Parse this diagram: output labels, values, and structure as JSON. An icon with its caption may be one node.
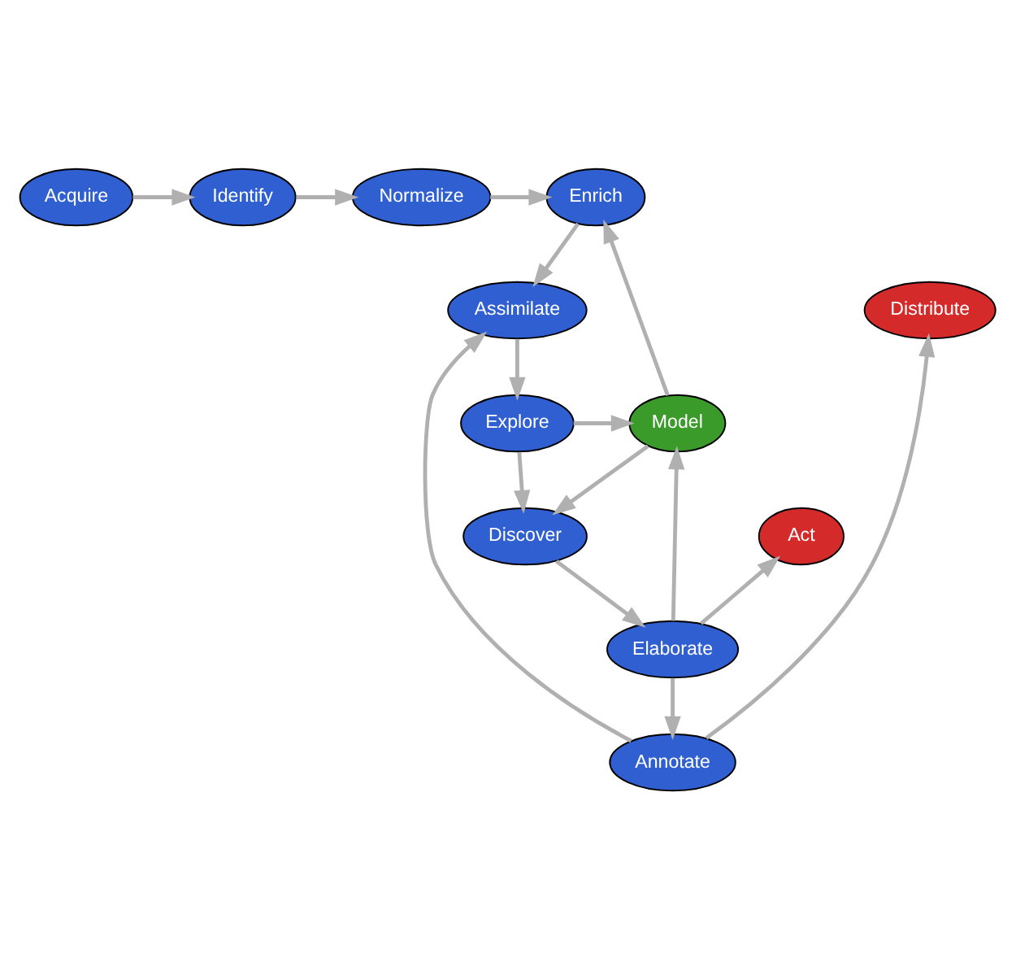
{
  "diagram": {
    "nodes": [
      {
        "text": [
          "Acquire"
        ]
      },
      {
        "text": [
          "Identify"
        ]
      },
      {
        "text": [
          "Normalize"
        ]
      },
      {
        "text": [
          "Enrich"
        ]
      },
      {
        "text": [
          "Assimilate"
        ]
      },
      {
        "text": [
          "Distribute"
        ]
      },
      {
        "text": [
          "Annotate"
        ]
      },
      {
        "text": [
          "Model"
        ]
      },
      {
        "text": [
          "Explore"
        ]
      },
      {
        "text": [
          "Elaborate"
        ]
      },
      {
        "text": [
          "Act"
        ]
      },
      {
        "text": [
          "Discover"
        ]
      }
    ],
    "edges": [
      {
        "from": 0,
        "to": 1,
        "arrow": "to"
      },
      {
        "from": 1,
        "to": 2,
        "arrow": "to"
      },
      {
        "from": 2,
        "to": 3,
        "arrow": "to"
      },
      {
        "from": 3,
        "to": 4,
        "arrow": "to"
      },
      {
        "from": 4,
        "to": 8,
        "arrow": "to"
      },
      {
        "from": 8,
        "to": 7,
        "arrow": "to"
      },
      {
        "from": 8,
        "to": 11,
        "arrow": "to"
      },
      {
        "from": 7,
        "to": 11,
        "arrow": "to"
      },
      {
        "from": 7,
        "to": 3,
        "arrow": "to"
      },
      {
        "from": 11,
        "to": 9,
        "arrow": "to"
      },
      {
        "from": 9,
        "to": 7,
        "arrow": "to"
      },
      {
        "from": 9,
        "to": 6,
        "arrow": "to"
      },
      {
        "from": 9,
        "to": 10,
        "arrow": "to"
      },
      {
        "from": 6,
        "to": 5,
        "arrow": "to"
      },
      {
        "from": 6,
        "to": 4,
        "arrow": "to"
      }
    ]
  }
}
